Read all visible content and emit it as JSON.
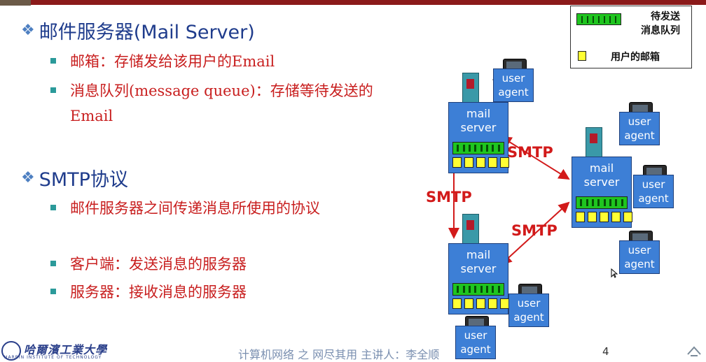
{
  "sections": [
    {
      "heading": "邮件服务器(Mail Server)",
      "bullets": [
        "邮箱：存储发给该用户的Email",
        "消息队列(message queue)：存储等待发送的Email"
      ]
    },
    {
      "heading": "SMTP协议",
      "bullets": [
        "邮件服务器之间传递消息所使用的协议",
        "客户端：发送消息的服务器",
        "服务器：接收消息的服务器"
      ]
    }
  ],
  "legend": {
    "queue_label_line1": "待发送",
    "queue_label_line2": "消息队列",
    "mailbox_label": "用户的邮箱"
  },
  "diagram": {
    "server_label_line1": "mail",
    "server_label_line2": "server",
    "agent_label_line1": "user",
    "agent_label_line2": "agent",
    "link_label": "SMTP"
  },
  "footer": {
    "logo_text": "哈爾濱工業大學",
    "logo_subtext": "HARBIN INSTITUTE OF TECHNOLOGY",
    "course_text": "计算机网络 之 网尽其用      主讲人：李全顺",
    "page_number": "4"
  },
  "colors": {
    "heading": "#1f3c8c",
    "bullet_text": "#c81e1e",
    "arrow": "#d21a1a",
    "box_fill": "#3d7fd6",
    "queue_fill": "#1fc51f",
    "mailbox_fill": "#ffff33"
  },
  "icons": [
    "diamond-bullet-icon",
    "mail-server-icon",
    "user-agent-icon",
    "university-emblem-icon"
  ]
}
